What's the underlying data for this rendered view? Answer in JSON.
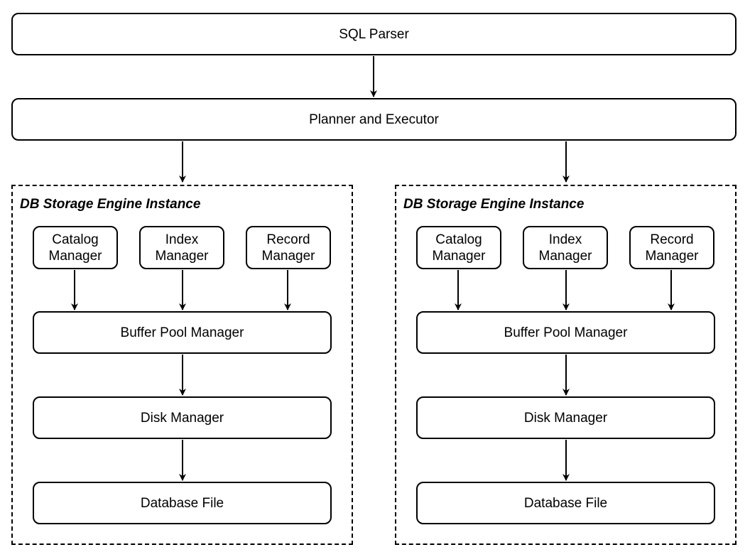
{
  "top": {
    "sql_parser": "SQL Parser",
    "planner_executor": "Planner and Executor"
  },
  "engines": [
    {
      "title": "DB Storage Engine Instance",
      "catalog_manager": [
        "Catalog",
        "Manager"
      ],
      "index_manager": [
        "Index",
        "Manager"
      ],
      "record_manager": [
        "Record",
        "Manager"
      ],
      "buffer_pool_manager": "Buffer Pool Manager",
      "disk_manager": "Disk Manager",
      "database_file": "Database File"
    },
    {
      "title": "DB Storage Engine Instance",
      "catalog_manager": [
        "Catalog",
        "Manager"
      ],
      "index_manager": [
        "Index",
        "Manager"
      ],
      "record_manager": [
        "Record",
        "Manager"
      ],
      "buffer_pool_manager": "Buffer Pool Manager",
      "disk_manager": "Disk Manager",
      "database_file": "Database File"
    }
  ]
}
